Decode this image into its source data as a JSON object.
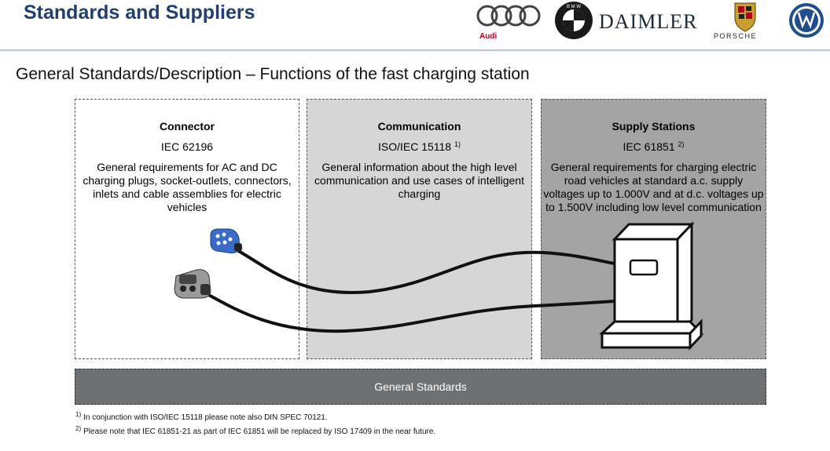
{
  "header": {
    "title": "Standards and Suppliers",
    "logos": [
      {
        "name": "audi",
        "label": "Audi"
      },
      {
        "name": "bmw",
        "label": "B M W"
      },
      {
        "name": "daimler",
        "label": "DAIMLER"
      },
      {
        "name": "porsche",
        "label": "PORSCHE"
      },
      {
        "name": "volkswagen",
        "label": "VW"
      }
    ]
  },
  "subtitle": "General Standards/Description – Functions of the fast charging station",
  "columns": [
    {
      "heading": "Connector",
      "standard": "IEC 62196",
      "note": "",
      "description": "General requirements for AC and DC charging plugs, socket-outlets, connectors, inlets and cable assemblies for electric vehicles"
    },
    {
      "heading": "Communication",
      "standard": "ISO/IEC 15118",
      "note": "1)",
      "description": "General information about the high level communication and use cases of intelligent charging"
    },
    {
      "heading": "Supply Stations",
      "standard": "IEC 61851",
      "note": "2)",
      "description": "General requirements for charging electric road vehicles at standard a.c. supply voltages up to 1.000V and at d.c. voltages up to 1.500V including low level communication"
    }
  ],
  "general_standards": "General Standards",
  "footnotes": [
    {
      "mark": "1)",
      "text": "In conjunction with ISO/IEC 15118 please note also DIN SPEC 70121."
    },
    {
      "mark": "2)",
      "text": "Please note that IEC 61851-21 as part of IEC 61851 will be replaced by ISO 17409 in the near future."
    }
  ],
  "colors": {
    "title": "#1f3f73",
    "connector_bg": "#ffffff",
    "communication_bg": "#d6d6d6",
    "supply_bg": "#a4a4a4",
    "general_bar_bg": "#6e7174"
  }
}
